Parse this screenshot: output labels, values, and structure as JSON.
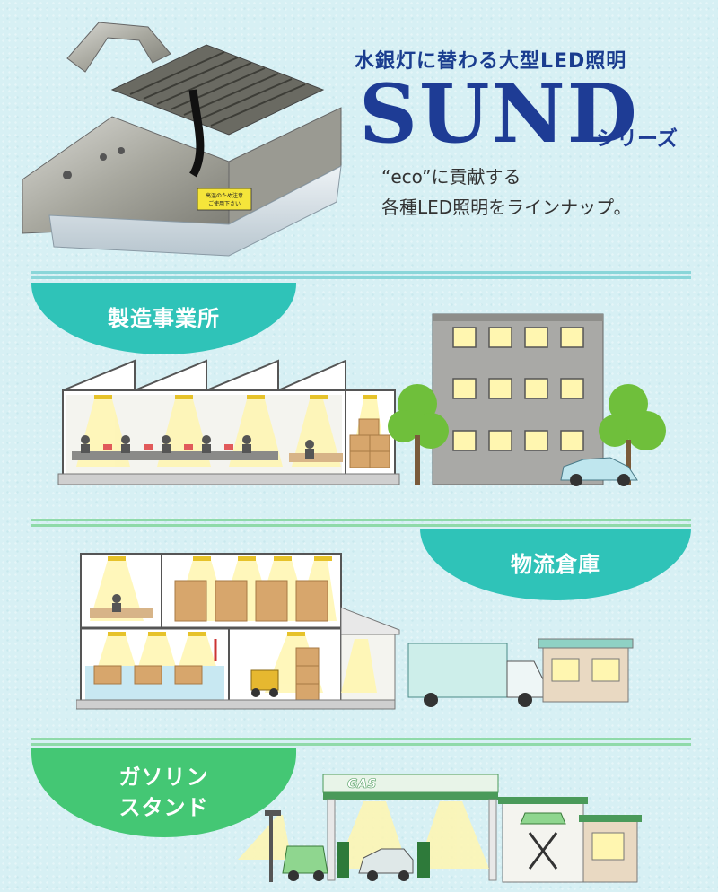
{
  "header": {
    "tagline": "水銀灯に替わる大型LED照明",
    "brand": "SUND",
    "series": "シリーズ",
    "desc_line1": "“eco”に貢献する",
    "desc_line2": "各種LED照明をラインナップ。",
    "warning_label": "高温のため注意 ご使用下さい"
  },
  "sections": {
    "manufacturing": {
      "label": "製造事業所"
    },
    "warehouse": {
      "label": "物流倉庫"
    },
    "gas_station": {
      "label_line1": "ガソリン",
      "label_line2": "スタンド",
      "sign": "GAS"
    }
  },
  "colors": {
    "background": "#d7f0f4",
    "brand_blue": "#1e3c95",
    "teal": "#2fc3b8",
    "green": "#44c774",
    "light_glow": "#fff6b0"
  }
}
